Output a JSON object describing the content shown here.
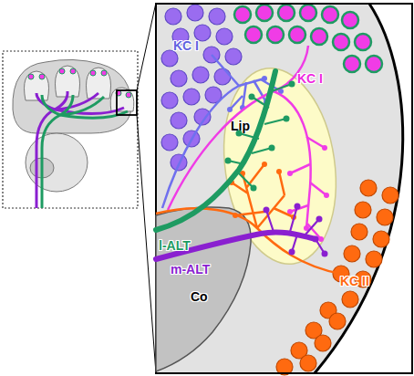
{
  "diagram": {
    "nodes": [
      {
        "text": [
          "Lip"
        ]
      },
      {
        "text": [
          "Co"
        ]
      }
    ],
    "labels": [
      "KC I",
      "KC I",
      "l-ALT",
      "m-ALT",
      "KC II"
    ]
  }
}
